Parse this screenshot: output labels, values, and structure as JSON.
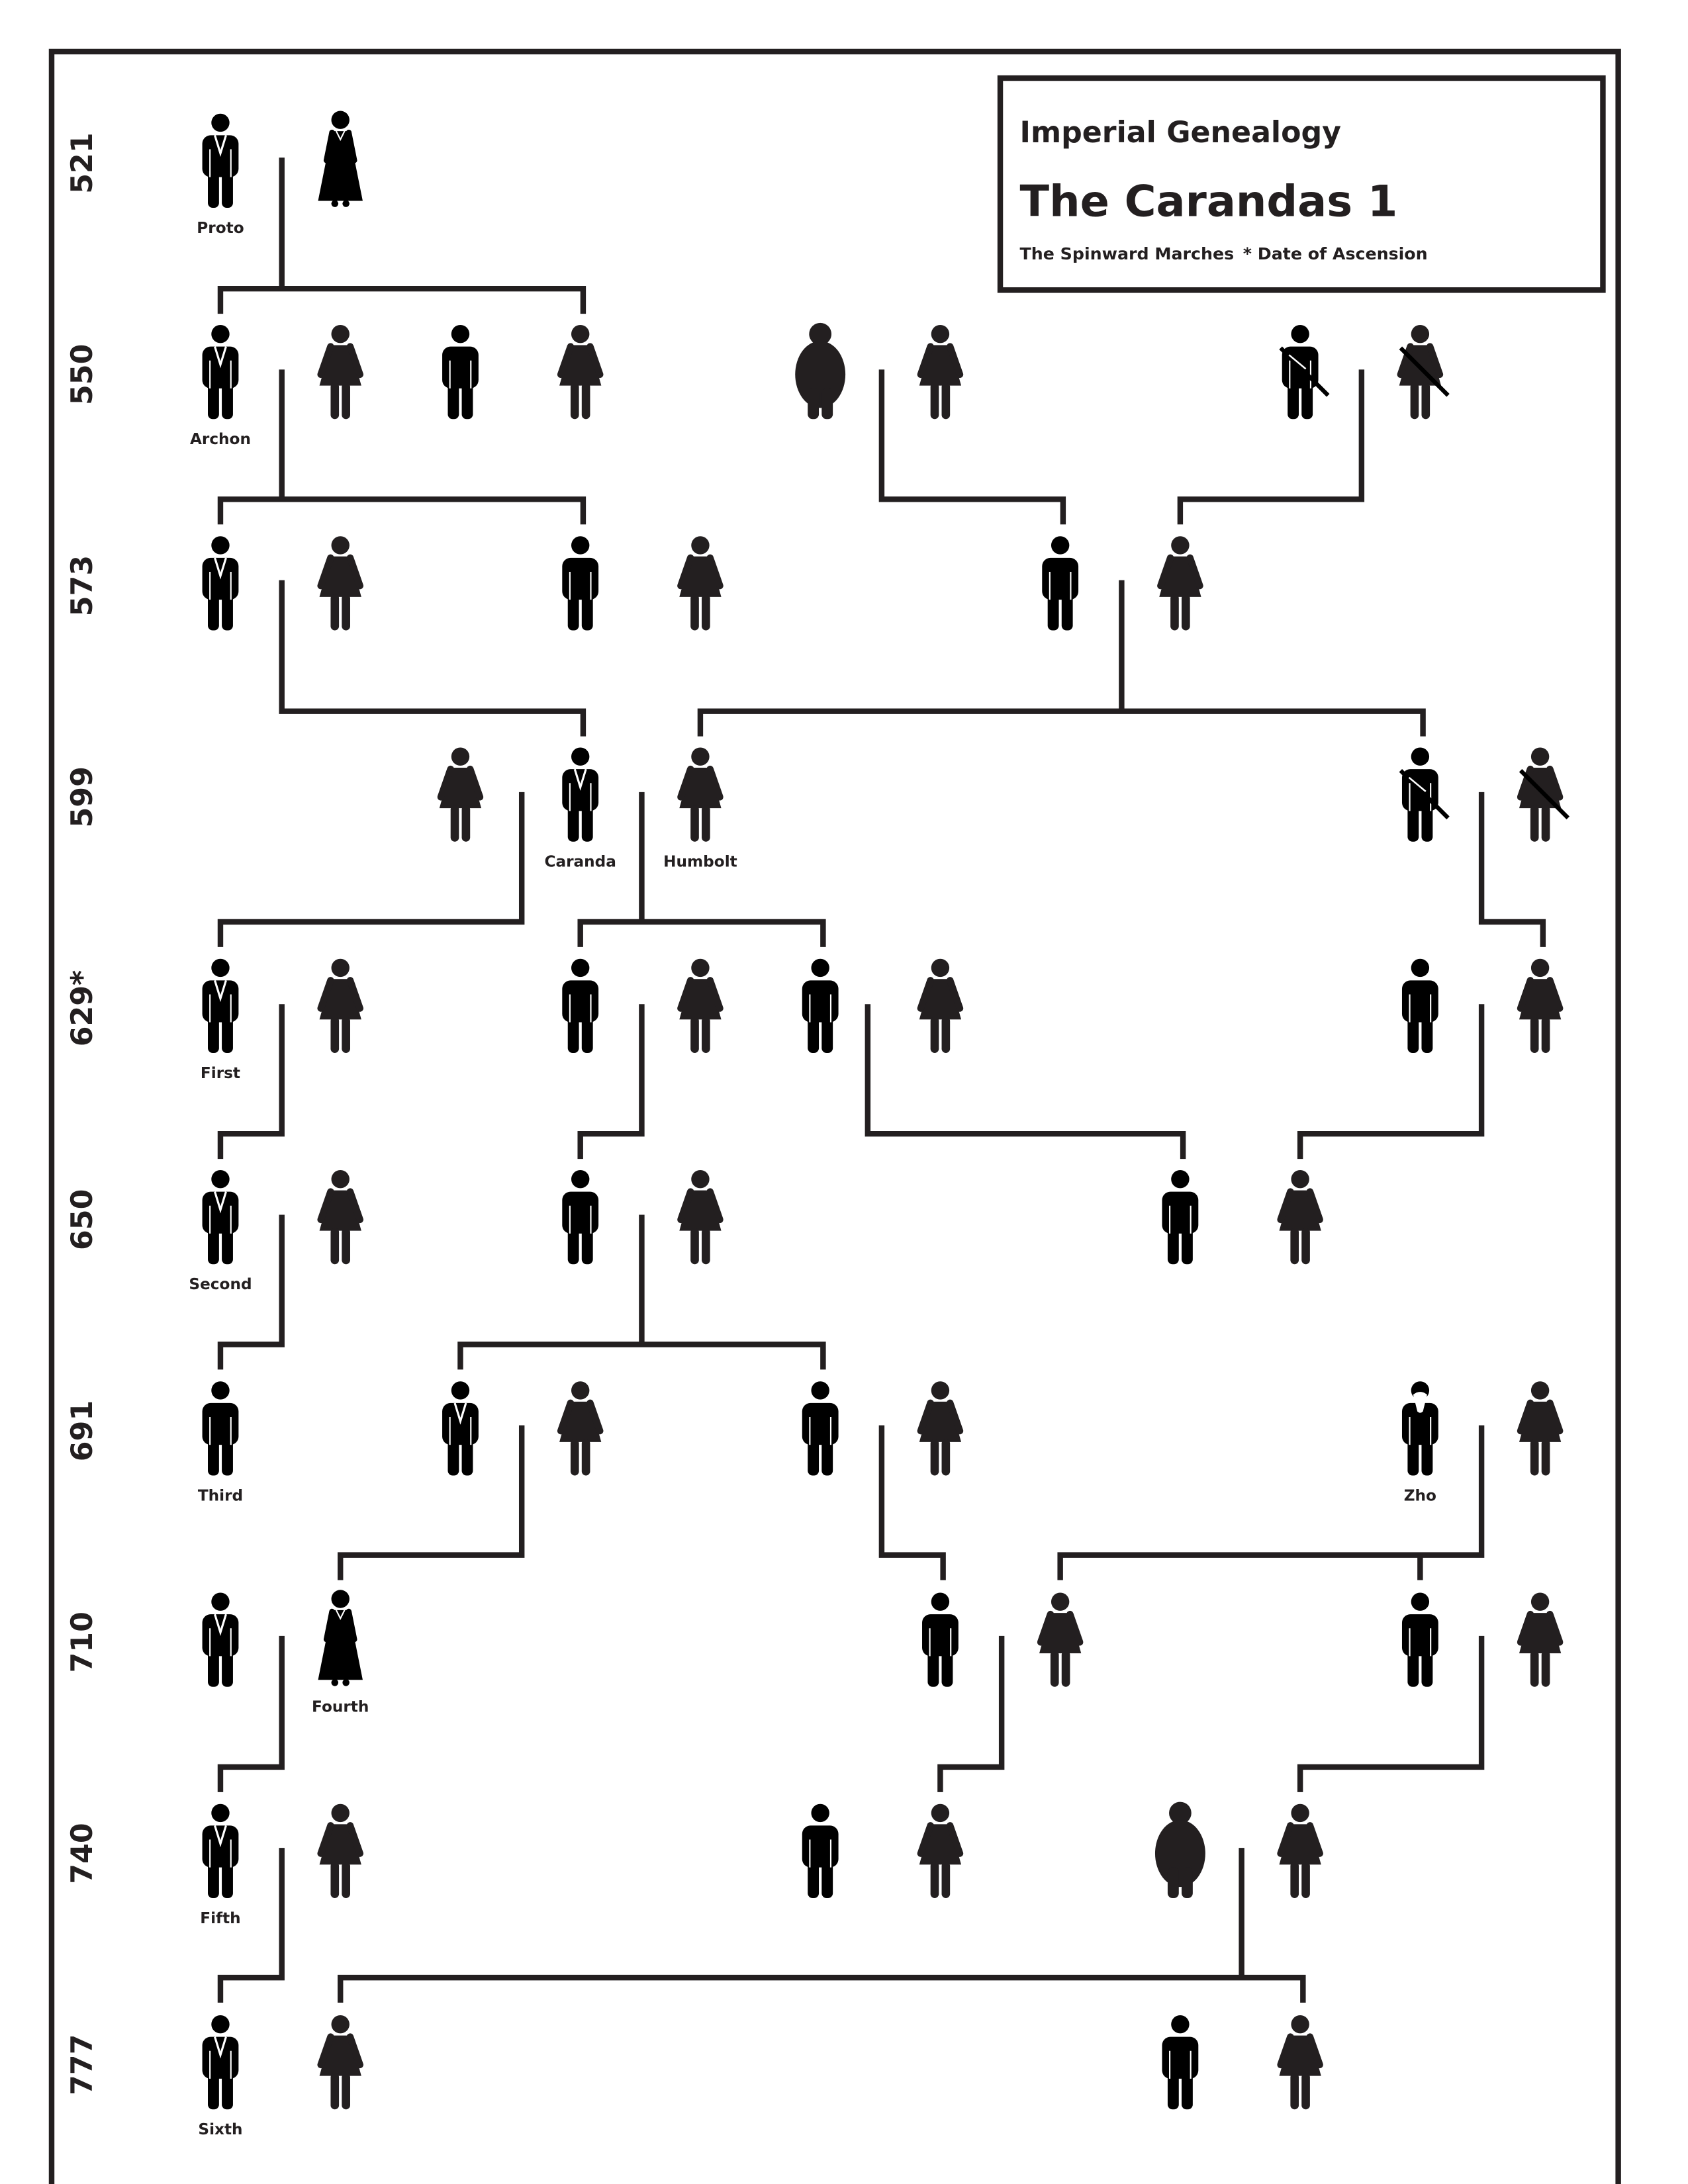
{
  "title_box": {
    "kicker": "Imperial Genealogy",
    "title": "The Carandas 1",
    "region": "The Spinward Marches",
    "legend_note": "* Date of Ascension"
  },
  "colors": {
    "ink": "#231f20",
    "background": "#ffffff"
  },
  "generations": [
    {
      "year": "521",
      "people": [
        {
          "type": "man-suit",
          "name": "Proto"
        },
        {
          "type": "woman-gown",
          "name": ""
        }
      ]
    },
    {
      "year": "550",
      "people": [
        {
          "type": "man-suit",
          "name": "Archon"
        },
        {
          "type": "woman",
          "name": ""
        },
        {
          "type": "man",
          "name": ""
        },
        {
          "type": "woman",
          "name": ""
        },
        {
          "type": "fat-person",
          "name": ""
        },
        {
          "type": "woman",
          "name": ""
        },
        {
          "type": "soldier-man",
          "name": ""
        },
        {
          "type": "soldier-woman",
          "name": ""
        }
      ]
    },
    {
      "year": "573",
      "people": [
        {
          "type": "man-suit",
          "name": ""
        },
        {
          "type": "woman",
          "name": ""
        },
        {
          "type": "man",
          "name": ""
        },
        {
          "type": "woman",
          "name": ""
        },
        {
          "type": "man",
          "name": ""
        },
        {
          "type": "woman",
          "name": ""
        }
      ]
    },
    {
      "year": "599",
      "people": [
        {
          "type": "woman",
          "name": ""
        },
        {
          "type": "man-suit",
          "name": "Caranda"
        },
        {
          "type": "woman",
          "name": "Humbolt"
        },
        {
          "type": "soldier-man",
          "name": ""
        },
        {
          "type": "soldier-woman",
          "name": ""
        }
      ]
    },
    {
      "year": "629*",
      "people": [
        {
          "type": "man-suit",
          "name": "First"
        },
        {
          "type": "woman",
          "name": ""
        },
        {
          "type": "man",
          "name": ""
        },
        {
          "type": "woman",
          "name": ""
        },
        {
          "type": "man",
          "name": ""
        },
        {
          "type": "woman",
          "name": ""
        },
        {
          "type": "man",
          "name": ""
        },
        {
          "type": "woman",
          "name": ""
        }
      ]
    },
    {
      "year": "650",
      "people": [
        {
          "type": "man-suit",
          "name": "Second"
        },
        {
          "type": "woman",
          "name": ""
        },
        {
          "type": "man",
          "name": ""
        },
        {
          "type": "woman",
          "name": ""
        },
        {
          "type": "man",
          "name": ""
        },
        {
          "type": "woman",
          "name": ""
        }
      ]
    },
    {
      "year": "691",
      "people": [
        {
          "type": "man",
          "name": "Third"
        },
        {
          "type": "man-suit",
          "name": ""
        },
        {
          "type": "woman",
          "name": ""
        },
        {
          "type": "man",
          "name": ""
        },
        {
          "type": "woman",
          "name": ""
        },
        {
          "type": "bearded-man",
          "name": "Zho"
        },
        {
          "type": "woman",
          "name": ""
        }
      ]
    },
    {
      "year": "710",
      "people": [
        {
          "type": "man-suit",
          "name": ""
        },
        {
          "type": "woman-gown",
          "name": "Fourth"
        },
        {
          "type": "man",
          "name": ""
        },
        {
          "type": "woman",
          "name": ""
        },
        {
          "type": "man",
          "name": ""
        },
        {
          "type": "woman",
          "name": ""
        }
      ]
    },
    {
      "year": "740",
      "people": [
        {
          "type": "man-suit",
          "name": "Fifth"
        },
        {
          "type": "woman",
          "name": ""
        },
        {
          "type": "man",
          "name": ""
        },
        {
          "type": "woman",
          "name": ""
        },
        {
          "type": "fat-person",
          "name": ""
        },
        {
          "type": "woman",
          "name": ""
        }
      ]
    },
    {
      "year": "777",
      "people": [
        {
          "type": "man-suit",
          "name": "Sixth"
        },
        {
          "type": "woman",
          "name": ""
        },
        {
          "type": "man",
          "name": ""
        },
        {
          "type": "woman",
          "name": ""
        }
      ]
    }
  ]
}
